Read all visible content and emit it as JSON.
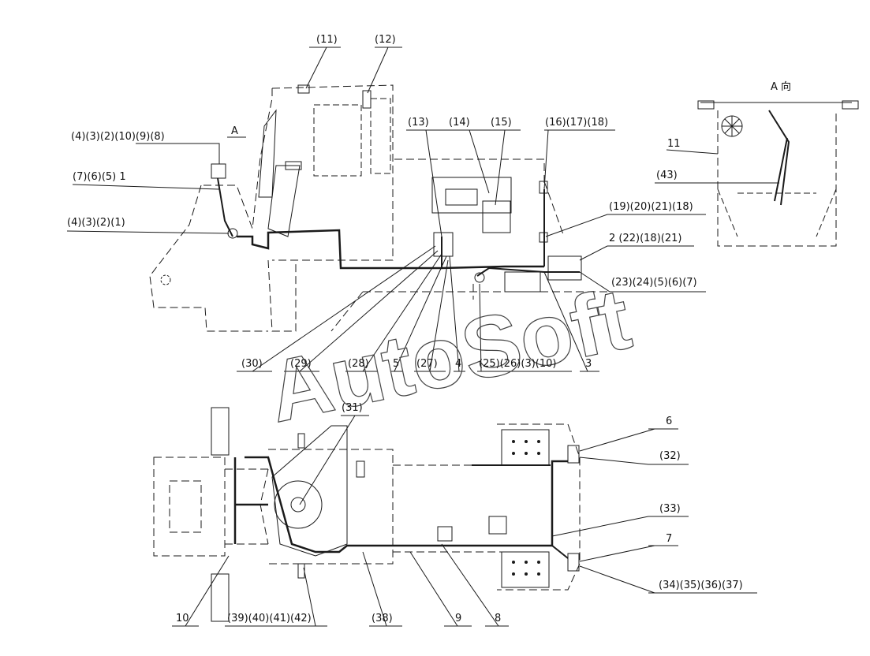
{
  "watermark": "AutoSoft",
  "view_title": "A 向",
  "view_arrow": "A",
  "callouts": {
    "c11": "(11)",
    "c12": "(12)",
    "c13": "(13)",
    "c14": "(14)",
    "c15": "(15)",
    "c16_17_18": "(16)(17)(18)",
    "c4_3_2_10_9_8": "(4)(3)(2)(10)(9)(8)",
    "c7_6_5_1": "(7)(6)(5) 1",
    "c4_3_2_1": "(4)(3)(2)(1)",
    "c19_20_21_18": "(19)(20)(21)(18)",
    "c2_22_18_21": "2 (22)(18)(21)",
    "c23_24_5_6_7": "(23)(24)(5)(6)(7)",
    "c30": "(30)",
    "c29": "(29)",
    "c28": "(28)",
    "c5": "5",
    "c27": "(27)",
    "c4": "4",
    "c25_26_3_10": "(25)(26)(3)(10)",
    "c3": "3",
    "a11": "11",
    "a43": "(43)",
    "c31": "(31)",
    "c6": "6",
    "c32": "(32)",
    "c33": "(33)",
    "c7": "7",
    "c34_37": "(34)(35)(36)(37)",
    "c10": "10",
    "c39_42": "(39)(40)(41)(42)",
    "c38": "(38)",
    "c9": "9",
    "c8": "8"
  },
  "colors": {
    "line": "#1a1a1a",
    "watermark": "#444444"
  }
}
